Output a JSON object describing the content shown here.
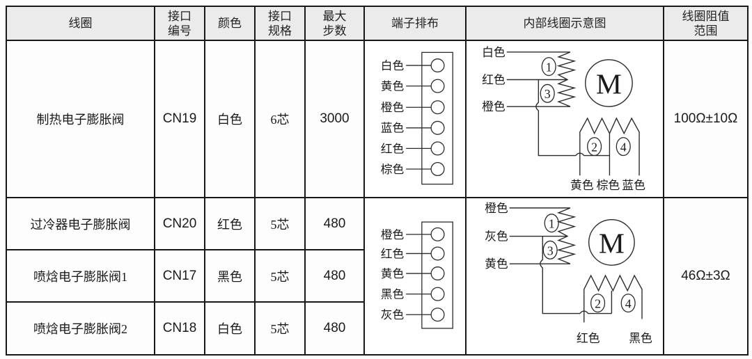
{
  "header": {
    "coil": "线圈",
    "connector_no": "接口\n编号",
    "color": "颜色",
    "spec": "接口\n规格",
    "max_steps": "最大\n步数",
    "terminals": "端子排布",
    "internal_diagram": "内部线圈示意图",
    "resistance_range": "线圈阻值\n范围"
  },
  "rows": [
    {
      "coil": "制热电子膨胀阀",
      "connector_no": "CN19",
      "color": "白色",
      "spec": "6芯",
      "max_steps": "3000"
    },
    {
      "coil": "过冷器电子膨胀阀",
      "connector_no": "CN20",
      "color": "红色",
      "spec": "5芯",
      "max_steps": "480"
    },
    {
      "coil": "喷焓电子膨胀阀1",
      "connector_no": "CN17",
      "color": "黑色",
      "spec": "5芯",
      "max_steps": "480"
    },
    {
      "coil": "喷焓电子膨胀阀2",
      "connector_no": "CN18",
      "color": "白色",
      "spec": "5芯",
      "max_steps": "480"
    }
  ],
  "groups": [
    {
      "resistance": "100Ω±10Ω",
      "terminal_wires": [
        "白色",
        "黄色",
        "橙色",
        "蓝色",
        "红色",
        "棕色"
      ],
      "diagram": {
        "left_labels": [
          "白色",
          "红色",
          "橙色"
        ],
        "bottom_labels": [
          "黄色",
          "棕色",
          "蓝色"
        ],
        "winding_numbers": [
          "1",
          "3",
          "2",
          "4"
        ],
        "motor_label": "M"
      }
    },
    {
      "resistance": "46Ω±3Ω",
      "terminal_wires": [
        "橙色",
        "红色",
        "黄色",
        "黑色",
        "灰色"
      ],
      "diagram": {
        "left_labels": [
          "橙色",
          "灰色",
          "黄色"
        ],
        "bottom_labels": [
          "红色",
          "黑色"
        ],
        "winding_numbers": [
          "1",
          "3",
          "2",
          "4"
        ],
        "motor_label": "M"
      }
    }
  ]
}
